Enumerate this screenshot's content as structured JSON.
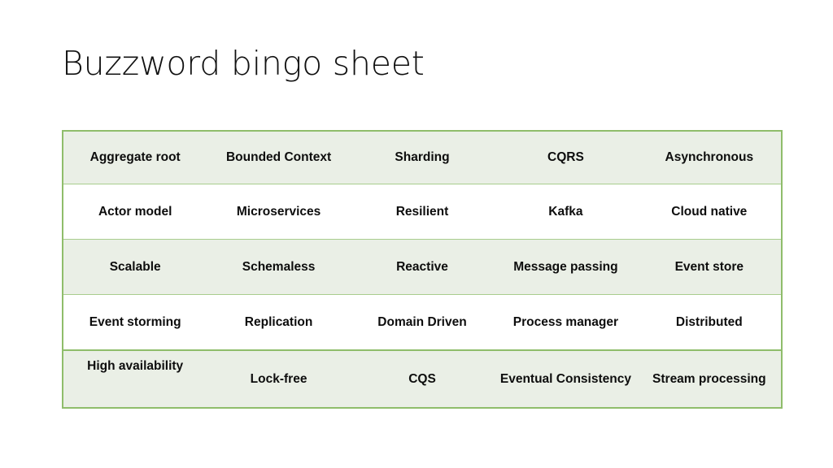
{
  "slide": {
    "title": "Buzzword bingo sheet",
    "background_color": "#ffffff"
  },
  "table": {
    "border_color": "#8fbd6b",
    "separator_color": "#a9cd8d",
    "shaded_row_color": "#eaefe6",
    "plain_row_color": "#ffffff",
    "text_color": "#0d0d0d",
    "columns": 5,
    "rows": [
      {
        "style": "shaded",
        "cells": [
          "Aggregate root",
          "Bounded Context",
          "Sharding",
          "CQRS",
          "Asynchronous"
        ]
      },
      {
        "style": "plain",
        "cells": [
          "Actor model",
          "Microservices",
          "Resilient",
          "Kafka",
          "Cloud native"
        ]
      },
      {
        "style": "shaded",
        "cells": [
          "Scalable",
          "Schemaless",
          "Reactive",
          "Message passing",
          "Event store"
        ]
      },
      {
        "style": "plain",
        "cells": [
          "Event storming",
          "Replication",
          "Domain Driven",
          "Process manager",
          "Distributed"
        ]
      },
      {
        "style": "shaded",
        "cells": [
          "High availability",
          "Lock-free",
          "CQS",
          "Eventual Consistency",
          "Stream processing"
        ]
      }
    ]
  }
}
